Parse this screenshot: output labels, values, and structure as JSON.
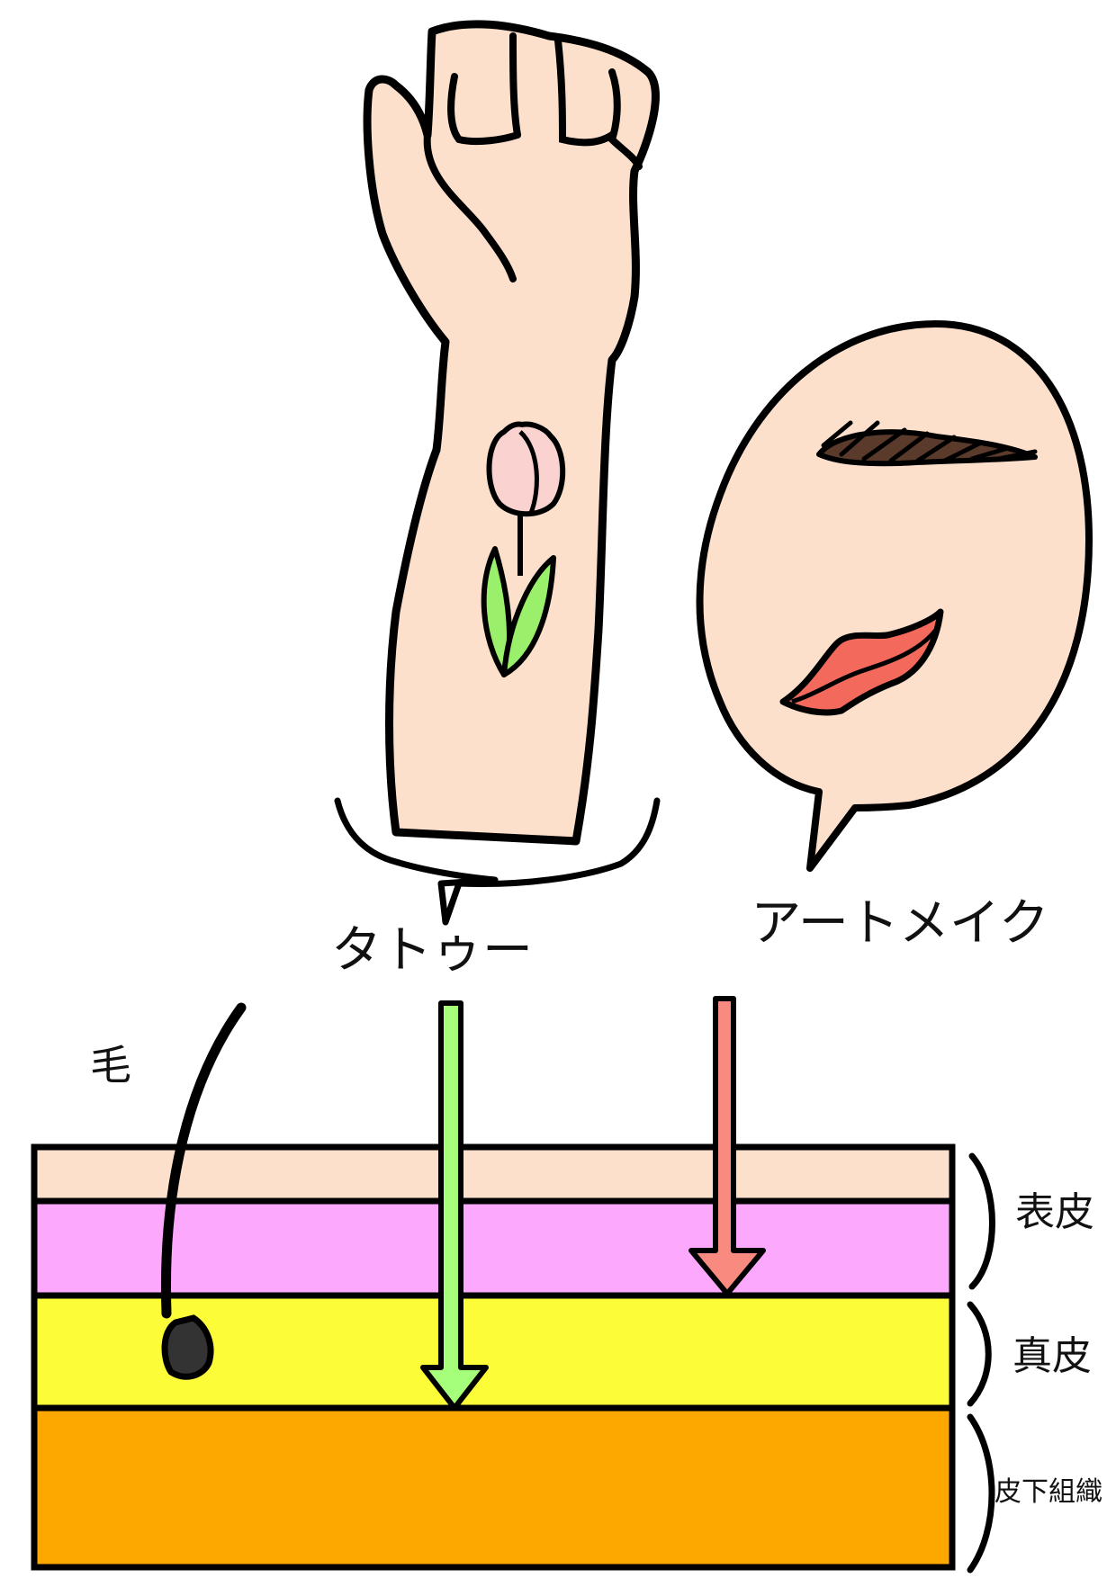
{
  "labels": {
    "tattoo": "タトゥー",
    "art_make": "アートメイク",
    "hair": "毛",
    "epidermis": "表皮",
    "dermis": "真皮",
    "subcutaneous": "皮下組織"
  },
  "colors": {
    "skin": "#fde0cc",
    "epidermis_top": "#fde0cc",
    "epidermis_lower": "#fca8fc",
    "dermis": "#fdfc38",
    "subcutaneous": "#fca800",
    "tattoo_arrow": "#a6ff7a",
    "art_make_arrow": "#f98a80",
    "tulip_petal": "#fad2d0",
    "leaf": "#9af06a",
    "lips": "#f36a5c",
    "eyebrow": "#5a3a2a",
    "hair": "#333333",
    "outline": "#000000"
  },
  "icons": {
    "arm": "forearm-fist-icon",
    "tulip": "tulip-tattoo-icon",
    "face": "face-speech-bubble-icon",
    "eyebrow": "eyebrow-icon",
    "lips": "lips-icon",
    "hair": "hair-strand-icon"
  }
}
